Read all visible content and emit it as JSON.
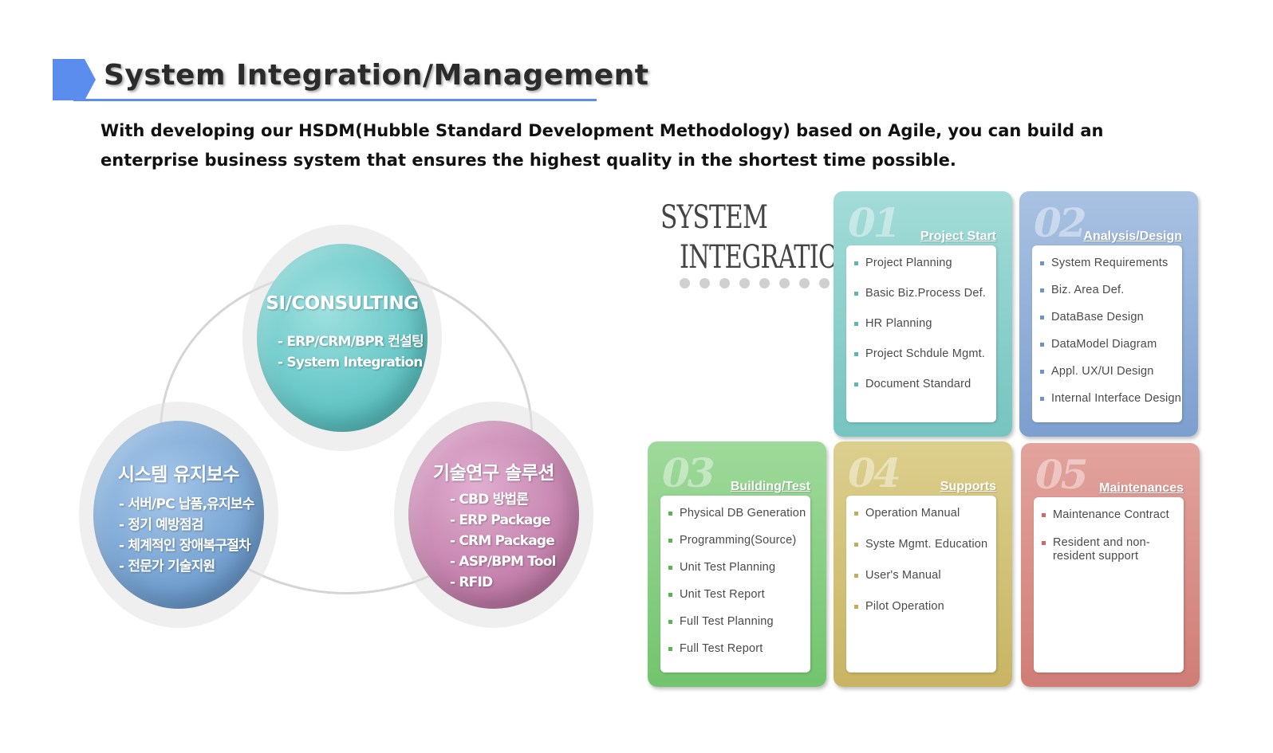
{
  "header": {
    "title": "System Integration/Management",
    "intro": "With developing our HSDM(Hubble Standard Development Methodology) based on Agile, you can build an enterprise business system that ensures the highest quality in the shortest time possible."
  },
  "colors": {
    "accent": "#5b8def",
    "consulting": "#5cc1c1",
    "maintenance": "#6d9ccd",
    "tech": "#bf7aa6"
  },
  "cycle": {
    "consulting": {
      "title": "SI/CONSULTING",
      "items": [
        "- ERP/CRM/BPR 컨설팅",
        "- System Integration"
      ]
    },
    "maintenance": {
      "title": "시스템 유지보수",
      "items": [
        "- 서버/PC 납품,유지보수",
        "- 정기 예방점검",
        "- 체계적인 장애복구절차",
        "- 전문가 기술지원"
      ]
    },
    "tech": {
      "title": "기술연구 솔루션",
      "items": [
        "- CBD 방법론",
        "- ERP Package",
        "- CRM Package",
        "- ASP/BPM Tool",
        "- RFID"
      ]
    }
  },
  "si_heading": {
    "line1": "SYSTEM",
    "line2": "INTEGRATION"
  },
  "phases": [
    {
      "num": "01",
      "title": "Project Start",
      "items": [
        "Project Planning",
        "Basic Biz.Process Def.",
        "HR Planning",
        "Project Schdule Mgmt.",
        "Document Standard"
      ]
    },
    {
      "num": "02",
      "title": "Analysis/Design",
      "items": [
        "System Requirements",
        "Biz. Area Def.",
        "DataBase Design",
        "DataModel Diagram",
        "Appl. UX/UI Design",
        "Internal Interface Design"
      ]
    },
    {
      "num": "03",
      "title": "Building/Test",
      "items": [
        "Physical DB Generation",
        "Programming(Source)",
        "Unit Test Planning",
        "Unit Test Report",
        "Full Test Planning",
        "Full Test Report"
      ]
    },
    {
      "num": "04",
      "title": "Supports",
      "items": [
        "Operation Manual",
        "Syste Mgmt. Education",
        "User's Manual",
        "Pilot Operation"
      ]
    },
    {
      "num": "05",
      "title": "Maintenances",
      "items": [
        "Maintenance Contract",
        "Resident and non-resident support"
      ]
    }
  ]
}
